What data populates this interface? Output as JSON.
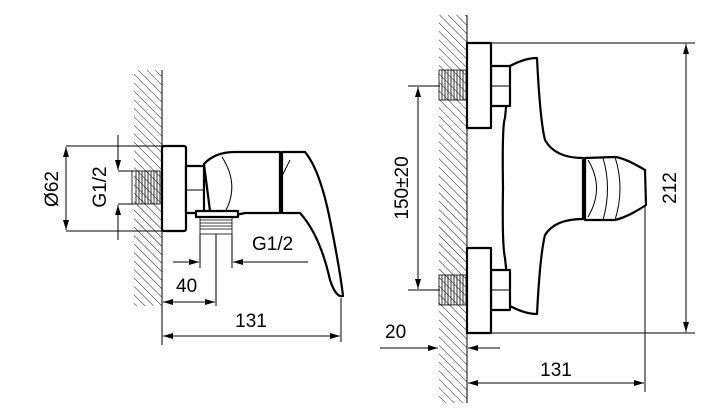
{
  "side_view": {
    "dim_diameter": "Ø62",
    "dim_inlet_thread": "G1/2",
    "dim_outlet_thread": "G1/2",
    "dim_outlet_offset": "40",
    "dim_depth": "131"
  },
  "front_view": {
    "dim_inlet_spacing": "150±20",
    "dim_height": "212",
    "dim_wall_offset": "20",
    "dim_depth": "131"
  },
  "colors": {
    "line": "#000000",
    "background": "#ffffff"
  }
}
